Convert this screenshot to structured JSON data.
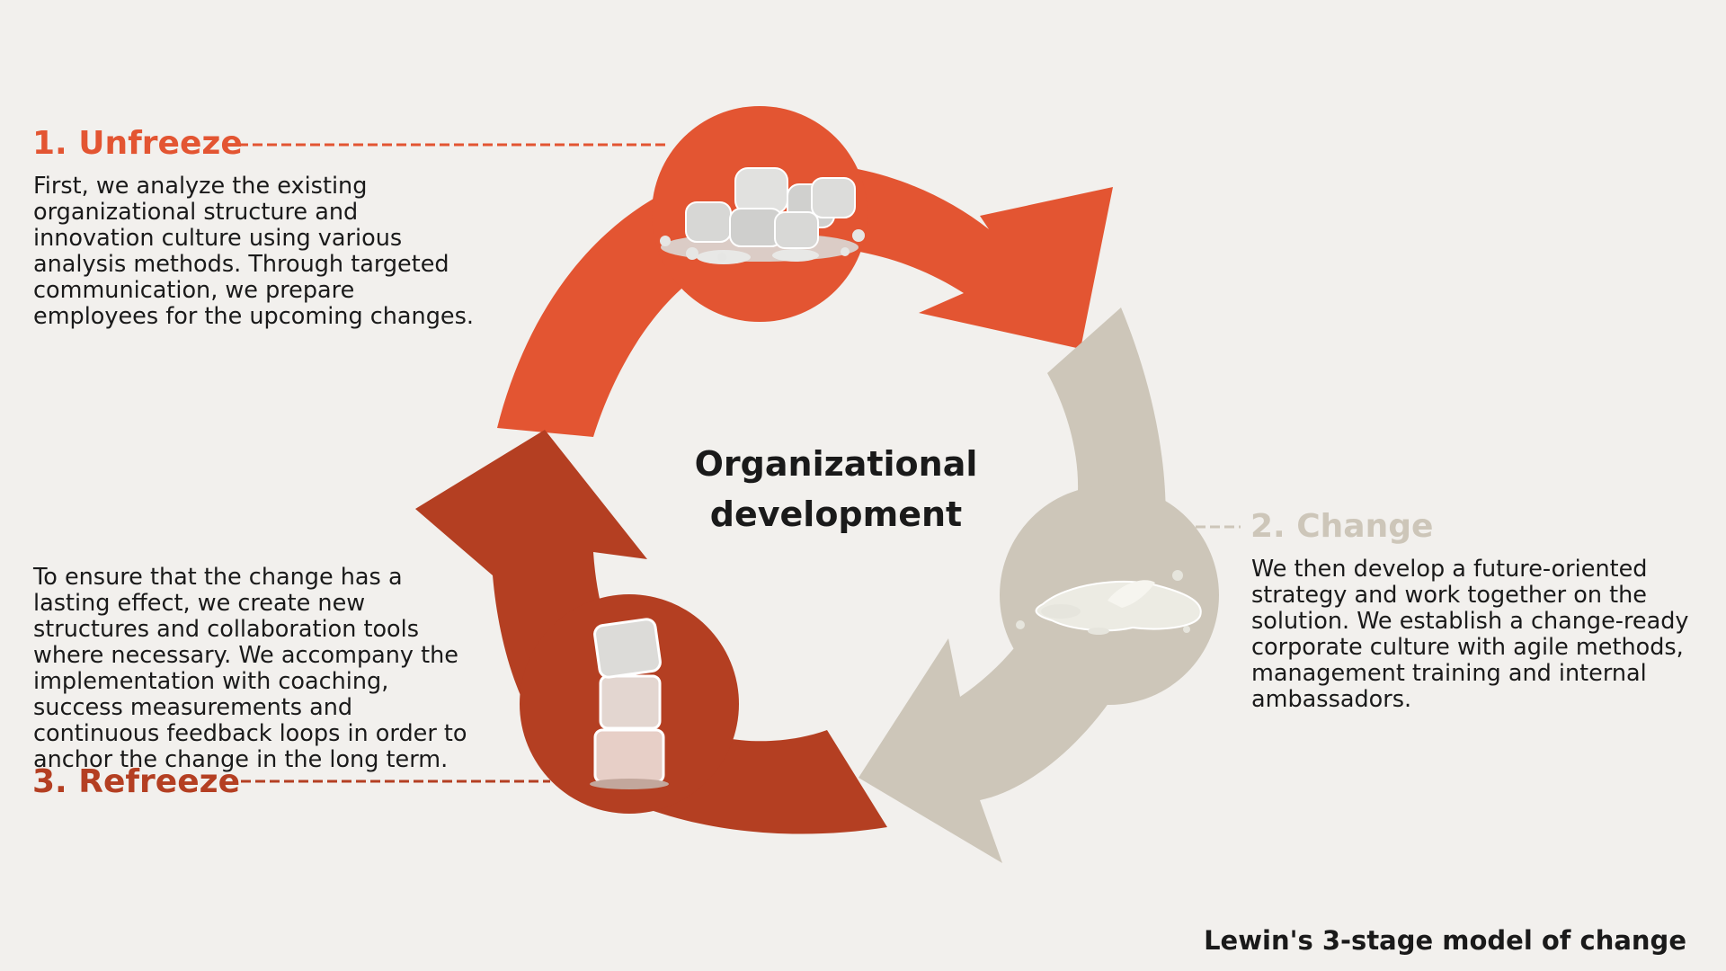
{
  "colors": {
    "background": "#f2f0ed",
    "unfreeze": "#e35532",
    "change": "#cdc6b9",
    "refreeze": "#b43f22",
    "text": "#1a1a1a"
  },
  "diagram": {
    "center_label_line1": "Organizational",
    "center_label_line2": "development",
    "caption": "Lewin's 3-stage model of change"
  },
  "stages": [
    {
      "title": "1. Unfreeze",
      "description": "First, we analyze the existing organizational structure and innovation culture using various analysis methods. Through targeted communication, we prepare employees for the upcoming changes.",
      "icon": "ice-cubes-icon"
    },
    {
      "title": "2. Change",
      "description": "We then develop a future-oriented strategy and work together on the solution. We establish a change-ready corporate culture with agile methods, management training and internal ambassadors.",
      "icon": "melted-water-icon"
    },
    {
      "title": "3. Refreeze",
      "description": "To ensure that the change has a lasting effect, we create new structures and collaboration tools where necessary. We accompany the implementation with coaching, success measurements and continuous feedback loops in order to anchor the change in the long term.",
      "icon": "stacked-ice-cubes-icon"
    }
  ]
}
